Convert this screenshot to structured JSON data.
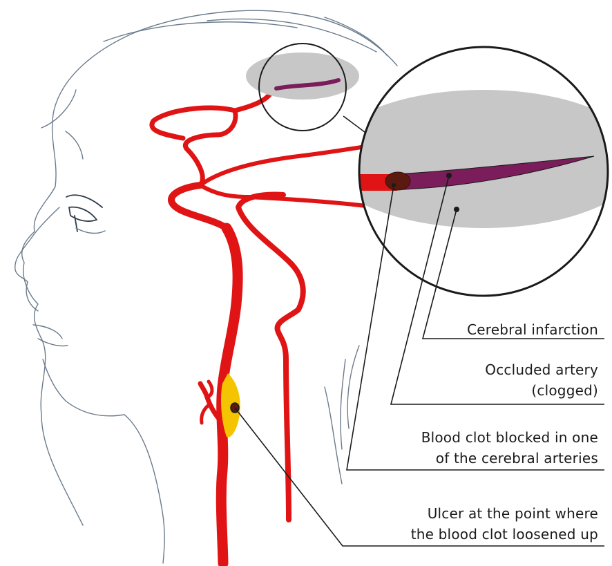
{
  "labels": {
    "infarction": "Cerebral infarction",
    "occluded_line1": "Occluded artery",
    "occluded_line2": "(clogged)",
    "blood_clot_line1": "Blood clot blocked in one",
    "blood_clot_line2": "of the cerebral arteries",
    "ulcer_line1": "Ulcer at the point where",
    "ulcer_line2": "the blood clot loosened up"
  },
  "colors": {
    "artery": "#e01414",
    "occluded_artery": "#7a1d5a",
    "infarct_zone": "#c7c7c7",
    "clot": "#5a1a10",
    "ulcer_plaque": "#f5c400",
    "outline": "#1a1a1a"
  }
}
